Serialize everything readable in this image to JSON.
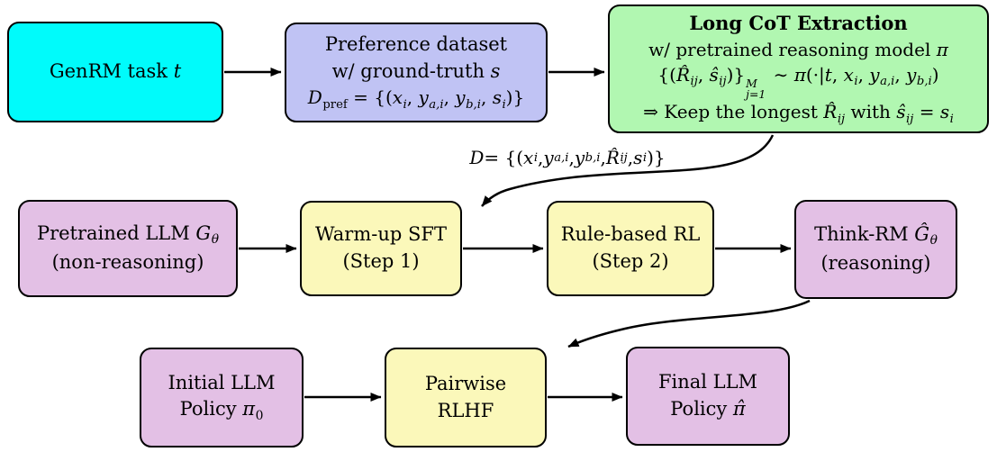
{
  "palette": {
    "cyan": "#00FBFB",
    "periwinkle": "#C0C3F4",
    "green": "#B1F7B1",
    "purple": "#E3C0E5",
    "yellow": "#FBF8BA",
    "border": "#000000"
  },
  "boxes": {
    "genrm": {
      "lines": [
        [
          {
            "t": "GenRM task "
          },
          {
            "t": "t",
            "s": "var"
          }
        ]
      ]
    },
    "pref": {
      "lines": [
        [
          {
            "t": "Preference dataset"
          }
        ],
        [
          {
            "t": "w/ ground-truth "
          },
          {
            "t": "s",
            "s": "var"
          }
        ],
        [
          {
            "t": "D",
            "s": "scr"
          },
          {
            "t": "pref",
            "s": "subr"
          },
          {
            "t": " = {("
          },
          {
            "t": "x",
            "s": "var"
          },
          {
            "t": "i",
            "s": "sub"
          },
          {
            "t": ", "
          },
          {
            "t": "y",
            "s": "var"
          },
          {
            "t": "a,i",
            "s": "sub"
          },
          {
            "t": ", "
          },
          {
            "t": "y",
            "s": "var"
          },
          {
            "t": "b,i",
            "s": "sub"
          },
          {
            "t": ", "
          },
          {
            "t": "s",
            "s": "var"
          },
          {
            "t": "i",
            "s": "sub"
          },
          {
            "t": ")}"
          }
        ]
      ]
    },
    "longcot": {
      "lines": [
        [
          {
            "t": "Long CoT Extraction",
            "s": "b"
          }
        ],
        [
          {
            "t": "w/ pretrained reasoning model "
          },
          {
            "t": "π",
            "s": "var"
          }
        ],
        [
          {
            "t": "{("
          },
          {
            "t": "R̂",
            "s": "var"
          },
          {
            "t": "ij",
            "s": "sub"
          },
          {
            "t": ", "
          },
          {
            "t": "ŝ",
            "s": "var"
          },
          {
            "t": "ij",
            "s": "sub"
          },
          {
            "t": ")}"
          },
          {
            "s": "stack",
            "sup": "M",
            "sub": "j=1"
          },
          {
            "t": " ∼ "
          },
          {
            "t": "π",
            "s": "var"
          },
          {
            "t": "(·|"
          },
          {
            "t": "t",
            "s": "var"
          },
          {
            "t": ", "
          },
          {
            "t": "x",
            "s": "var"
          },
          {
            "t": "i",
            "s": "sub"
          },
          {
            "t": ", "
          },
          {
            "t": "y",
            "s": "var"
          },
          {
            "t": "a,i",
            "s": "sub"
          },
          {
            "t": ", "
          },
          {
            "t": "y",
            "s": "var"
          },
          {
            "t": "b,i",
            "s": "sub"
          },
          {
            "t": ")"
          }
        ],
        [
          {
            "t": "⇒ Keep the longest "
          },
          {
            "t": "R̂",
            "s": "var"
          },
          {
            "t": "ij",
            "s": "sub"
          },
          {
            "t": " with "
          },
          {
            "t": "ŝ",
            "s": "var"
          },
          {
            "t": "ij",
            "s": "sub"
          },
          {
            "t": " = "
          },
          {
            "t": "s",
            "s": "var"
          },
          {
            "t": "i",
            "s": "sub"
          }
        ]
      ]
    },
    "pretrained": {
      "lines": [
        [
          {
            "t": "Pretrained LLM "
          },
          {
            "t": "G",
            "s": "scr"
          },
          {
            "t": "θ",
            "s": "sub"
          }
        ],
        [
          {
            "t": "(non-reasoning)"
          }
        ]
      ]
    },
    "warmup": {
      "lines": [
        [
          {
            "t": "Warm-up SFT"
          }
        ],
        [
          {
            "t": "(Step 1)"
          }
        ]
      ]
    },
    "rulebased": {
      "lines": [
        [
          {
            "t": "Rule-based RL"
          }
        ],
        [
          {
            "t": "(Step 2)"
          }
        ]
      ]
    },
    "thinkrm": {
      "lines": [
        [
          {
            "t": "Think-RM "
          },
          {
            "t": "Ĝ",
            "s": "scr"
          },
          {
            "t": "θ",
            "s": "sub"
          }
        ],
        [
          {
            "t": "(reasoning)"
          }
        ]
      ]
    },
    "initial": {
      "lines": [
        [
          {
            "t": "Initial LLM"
          }
        ],
        [
          {
            "t": "Policy "
          },
          {
            "t": "π",
            "s": "var"
          },
          {
            "t": "0",
            "s": "subr"
          }
        ]
      ]
    },
    "pairwise": {
      "lines": [
        [
          {
            "t": "Pairwise"
          }
        ],
        [
          {
            "t": "RLHF"
          }
        ]
      ]
    },
    "final": {
      "lines": [
        [
          {
            "t": "Final LLM"
          }
        ],
        [
          {
            "t": "Policy "
          },
          {
            "t": "π̂",
            "s": "var"
          }
        ]
      ]
    }
  },
  "labels": {
    "dataset": [
      {
        "t": "D",
        "s": "scr"
      },
      {
        "t": " = {("
      },
      {
        "t": "x",
        "s": "var"
      },
      {
        "t": "i",
        "s": "sub"
      },
      {
        "t": ", "
      },
      {
        "t": "y",
        "s": "var"
      },
      {
        "t": "a,i",
        "s": "sub"
      },
      {
        "t": ", "
      },
      {
        "t": "y",
        "s": "var"
      },
      {
        "t": "b,i",
        "s": "sub"
      },
      {
        "t": ", "
      },
      {
        "t": "R̂",
        "s": "var"
      },
      {
        "t": "ij",
        "s": "sub"
      },
      {
        "t": ", "
      },
      {
        "t": "s",
        "s": "var"
      },
      {
        "t": "i",
        "s": "sub"
      },
      {
        "t": ")}"
      }
    ]
  }
}
